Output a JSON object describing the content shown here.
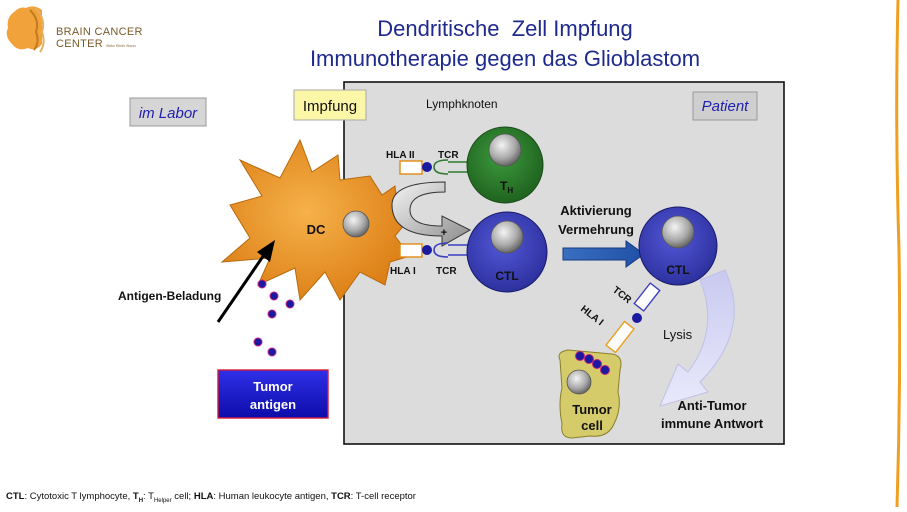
{
  "logo": {
    "line1": "BRAIN CANCER",
    "line2": "CENTER",
    "line3": "Beta Klinik Bonn"
  },
  "title": {
    "line1": "Dendritische  Zell Impfung",
    "line2": "Immunotherapie gegen das Glioblastom"
  },
  "labels": {
    "im_labor": "im Labor",
    "impfung": "Impfung",
    "lymphknoten": "Lymphknoten",
    "patient": "Patient",
    "dc": "DC",
    "hla2": "HLA II",
    "tcr": "TCR",
    "th_main": "T",
    "th_sub": "H",
    "plus": "+",
    "hla1": "HLA I",
    "ctl": "CTL",
    "aktivierung": "Aktivierung",
    "vermehrung": "Vermehrung",
    "lysis": "Lysis",
    "tumor_cell_1": "Tumor",
    "tumor_cell_2": "cell",
    "anti_tumor_1": "Anti-Tumor",
    "anti_tumor_2": "immune Antwort",
    "antigen_beladung": "Antigen-Beladung",
    "tumor_antigen_1": "Tumor",
    "tumor_antigen_2": "antigen"
  },
  "footnote": {
    "ctl_abbr": "CTL",
    "ctl_text": ": Cytotoxic T lymphocyte, ",
    "th_abbr": "T",
    "th_abbr_sub": "H",
    "th_text_1": ": T",
    "th_text_sub": "Helper",
    "th_text_2": " cell; ",
    "hla_abbr": "HLA",
    "hla_text": ": Human leukocyte antigen, ",
    "tcr_abbr": "TCR",
    "tcr_text": ": T-cell receptor"
  },
  "colors": {
    "title": "#1e2a8c",
    "dc_orange": "#e8921e",
    "th_green": "#2f7a2f",
    "ctl_blue": "#3a3fc0",
    "tumor_box": "#1a1ad0",
    "tumor_cell": "#d6cb6a",
    "lymph_bg": "#d9d9d9"
  }
}
